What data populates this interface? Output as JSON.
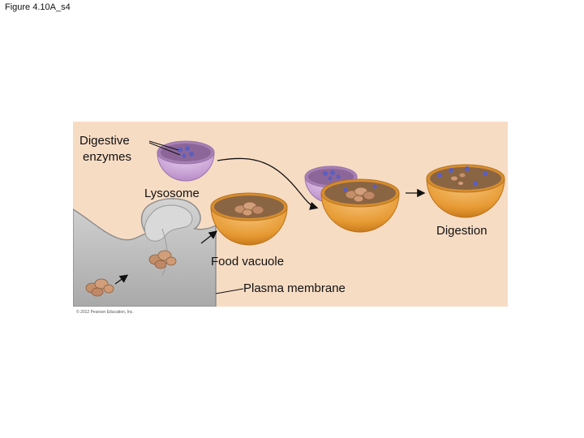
{
  "figure_title": "Figure 4.10A_s4",
  "labels": {
    "digestive_enzymes_line1": "Digestive",
    "digestive_enzymes_line2": "enzymes",
    "lysosome": "Lysosome",
    "digestion": "Digestion",
    "food_vacuole": "Food vacuole",
    "plasma_membrane": "Plasma membrane"
  },
  "copyright": "© 2012 Pearson Education, Inc.",
  "colors": {
    "background_panel": "#f7dcc4",
    "membrane_gray": "#c3c3c3",
    "vacuole_orange": "#e9a23f",
    "lysosome_purple": "#c9a2d2",
    "enzyme_blue": "#5a5fc0",
    "food_tan": "#c4906a"
  }
}
